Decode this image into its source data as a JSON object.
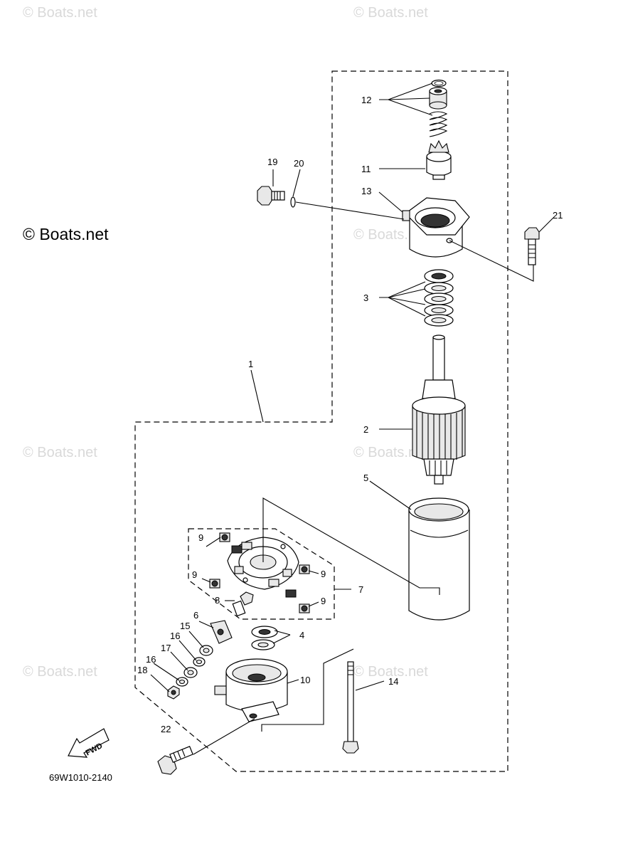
{
  "watermarks": {
    "small": "© Boats.net",
    "large": "© Boats.net"
  },
  "diagram_code": "69W1010-2140",
  "fwd_label": "FWD",
  "callouts": {
    "c1": "1",
    "c2": "2",
    "c3": "3",
    "c4": "4",
    "c5": "5",
    "c6": "6",
    "c7": "7",
    "c8": "8",
    "c9a": "9",
    "c9b": "9",
    "c9c": "9",
    "c9d": "9",
    "c10": "10",
    "c11": "11",
    "c12": "12",
    "c13": "13",
    "c14": "14",
    "c15": "15",
    "c16a": "16",
    "c16b": "16",
    "c17": "17",
    "c18": "18",
    "c19": "19",
    "c20": "20",
    "c21": "21",
    "c22": "22"
  }
}
